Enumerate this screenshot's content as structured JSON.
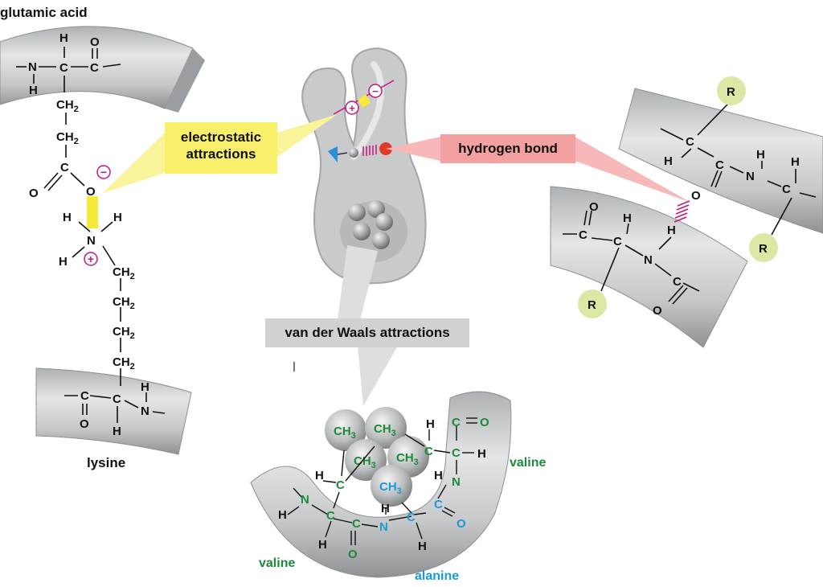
{
  "labels": {
    "glutamic_acid": "glutamic acid",
    "lysine": "lysine",
    "valine_right": "valine",
    "valine_left": "valine",
    "alanine": "alanine"
  },
  "callouts": {
    "electrostatic_line1": "electrostatic",
    "electrostatic_line2": "attractions",
    "hydrogen_bond": "hydrogen bond",
    "van_der_waals": "van der Waals attractions"
  },
  "atoms": {
    "H": "H",
    "C": "C",
    "N": "N",
    "O": "O",
    "R": "R",
    "CH2": "CH",
    "CH3": "CH",
    "sub2": "2",
    "sub3": "3",
    "plus": "+",
    "minus": "−"
  },
  "colors": {
    "backbone": "#c9cbcc",
    "backbone_edge": "#8a8d8f",
    "electrostatic": "#f8f06a",
    "hydrogen_bond_box": "#f3a0a0",
    "vdw_box": "#cfd1d2",
    "charge": "#c2187a",
    "r_group": "#d9e8a4",
    "valine": "#1b8a3a",
    "alanine": "#1a9ad6"
  }
}
